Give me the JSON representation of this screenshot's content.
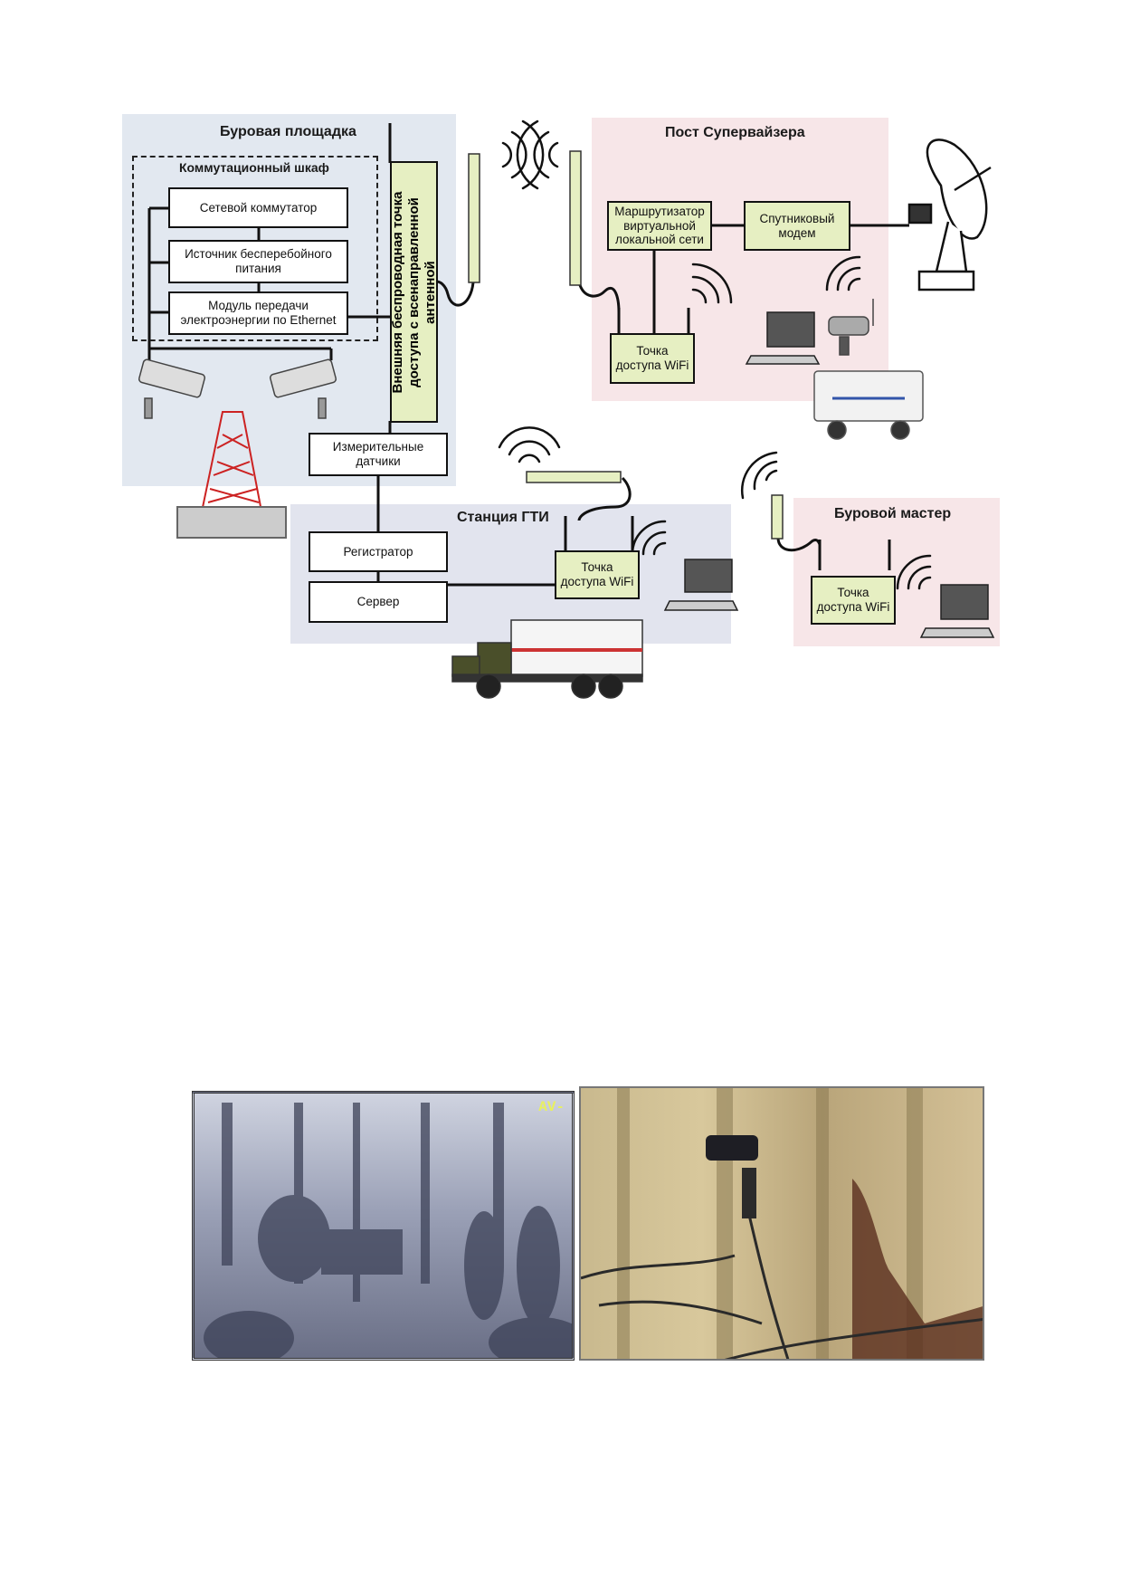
{
  "zones": {
    "drilling_site": "Буровая площадка",
    "switch_cabinet": "Коммутационный шкаф",
    "supervisor_post": "Пост Супервайзера",
    "gti_station": "Станция ГТИ",
    "drilling_master": "Буровой мастер"
  },
  "nodes": {
    "network_switch": "Сетевой коммутатор",
    "ups": "Источник бесперебойного питания",
    "poe_module": "Модуль передачи электроэнергии по Ethernet",
    "external_ap": "Внешняя беспроводная точка доступа с всенаправленной антенной",
    "sensors": "Измерительные датчики",
    "vpn_router": "Маршрутизатор виртуальной локальной сети",
    "satellite_modem": "Спутниковый модем",
    "wifi_ap": "Точка доступа WiFi",
    "recorder": "Регистратор",
    "server": "Сервер"
  },
  "photo_overlay": "AV-",
  "colors": {
    "zone_blue": "#e2e8f0",
    "zone_pink": "#f7e6e8",
    "zone_gray": "#e2e4ee",
    "device_green": "#e6efc2"
  }
}
